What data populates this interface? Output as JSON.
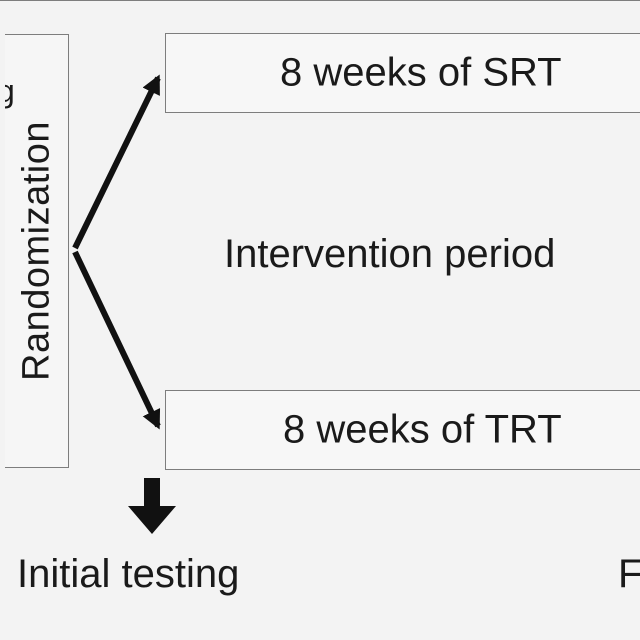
{
  "randomization_label": "Randomization",
  "left_edge_glyph": "g",
  "top_arm_label": "8 weeks of SRT",
  "bottom_arm_label": "8 weeks of TRT",
  "intervention_label": "Intervention period",
  "initial_label": "Initial testing",
  "right_cut_label": "F"
}
